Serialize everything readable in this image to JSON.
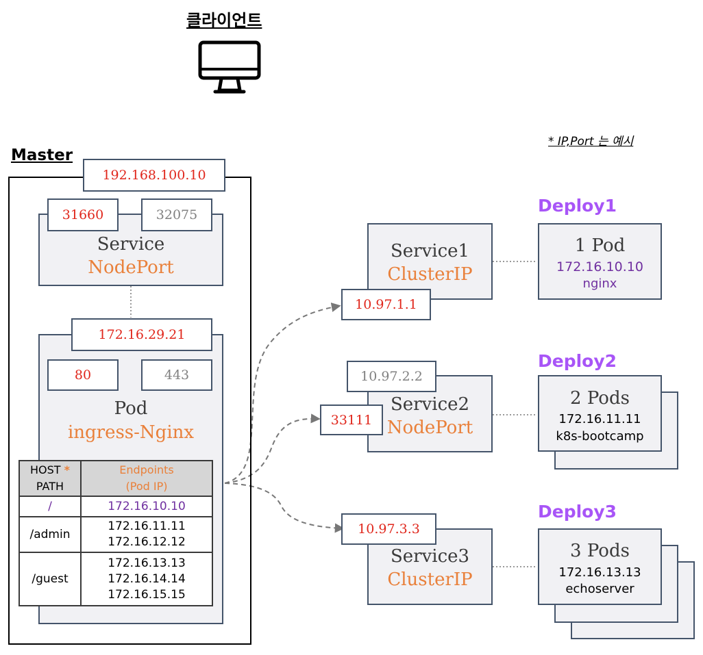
{
  "client": {
    "title": "클라이언트",
    "icon": "monitor-icon"
  },
  "note": "* IP,Port 는 예시",
  "master": {
    "title": "Master",
    "ip": "192.168.100.10",
    "service": {
      "port_a": "31660",
      "port_b": "32075",
      "name": "Service",
      "type": "NodePort"
    },
    "pod": {
      "ip": "172.16.29.21",
      "port_a": "80",
      "port_b": "443",
      "name": "Pod",
      "type": "ingress-Nginx"
    },
    "table": {
      "col1_line1": "HOST",
      "col1_star": "*",
      "col1_line2": "PATH",
      "col2_line1": "Endpoints",
      "col2_line2": "(Pod IP)",
      "rows": [
        {
          "path": "/",
          "endpoints": [
            "172.16.10.10"
          ]
        },
        {
          "path": "/admin",
          "endpoints": [
            "172.16.11.11",
            "172.16.12.12"
          ]
        },
        {
          "path": "/guest",
          "endpoints": [
            "172.16.13.13",
            "172.16.14.14",
            "172.16.15.15"
          ]
        }
      ]
    }
  },
  "services": [
    {
      "name": "Service1",
      "type": "ClusterIP",
      "ip": "10.97.1.1"
    },
    {
      "name": "Service2",
      "type": "NodePort",
      "ip": "10.97.2.2",
      "port": "33111"
    },
    {
      "name": "Service3",
      "type": "ClusterIP",
      "ip": "10.97.3.3"
    }
  ],
  "deploys": [
    {
      "label": "Deploy1",
      "pods": "1 Pod",
      "ip": "172.16.10.10",
      "app": "nginx"
    },
    {
      "label": "Deploy2",
      "pods": "2 Pods",
      "ip": "172.16.11.11",
      "app": "k8s-bootcamp"
    },
    {
      "label": "Deploy3",
      "pods": "3 Pods",
      "ip": "172.16.13.13",
      "app": "echoserver"
    }
  ],
  "colors": {
    "highlight_red": "#e0261b",
    "muted_gray": "#808080",
    "type_orange": "#e9803a",
    "ip_purple": "#7030a0",
    "deploy_violet": "#a855f7",
    "box_fill": "#f1f1f4",
    "box_border": "#44546a"
  }
}
